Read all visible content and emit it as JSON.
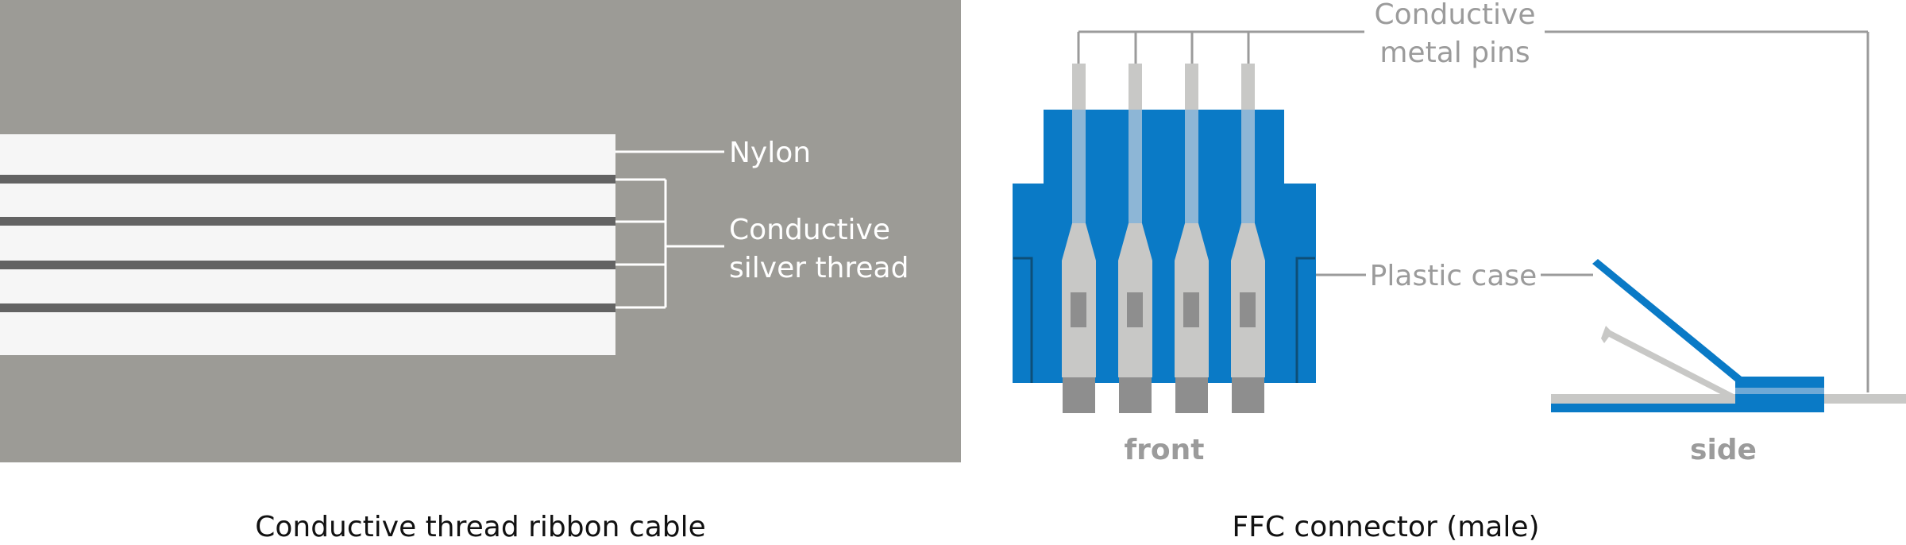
{
  "ribbon_cable": {
    "label_nylon": "Nylon",
    "label_thread_line1": "Conductive",
    "label_thread_line2": "silver thread",
    "caption": "Conductive thread ribbon cable"
  },
  "connector": {
    "label_pins_line1": "Conductive",
    "label_pins_line2": "metal pins",
    "label_case": "Plastic case",
    "view_front": "front",
    "view_side": "side",
    "caption": "FFC connector (male)"
  },
  "colors": {
    "ribbon_background": "#9c9b96",
    "nylon": "#f6f6f6",
    "silver_thread": "#636363",
    "plastic_case": "#0a7ac6",
    "pin_light": "#c8c8c6",
    "pin_dark": "#8e8e8e",
    "label_grey": "#9b9b9b"
  }
}
